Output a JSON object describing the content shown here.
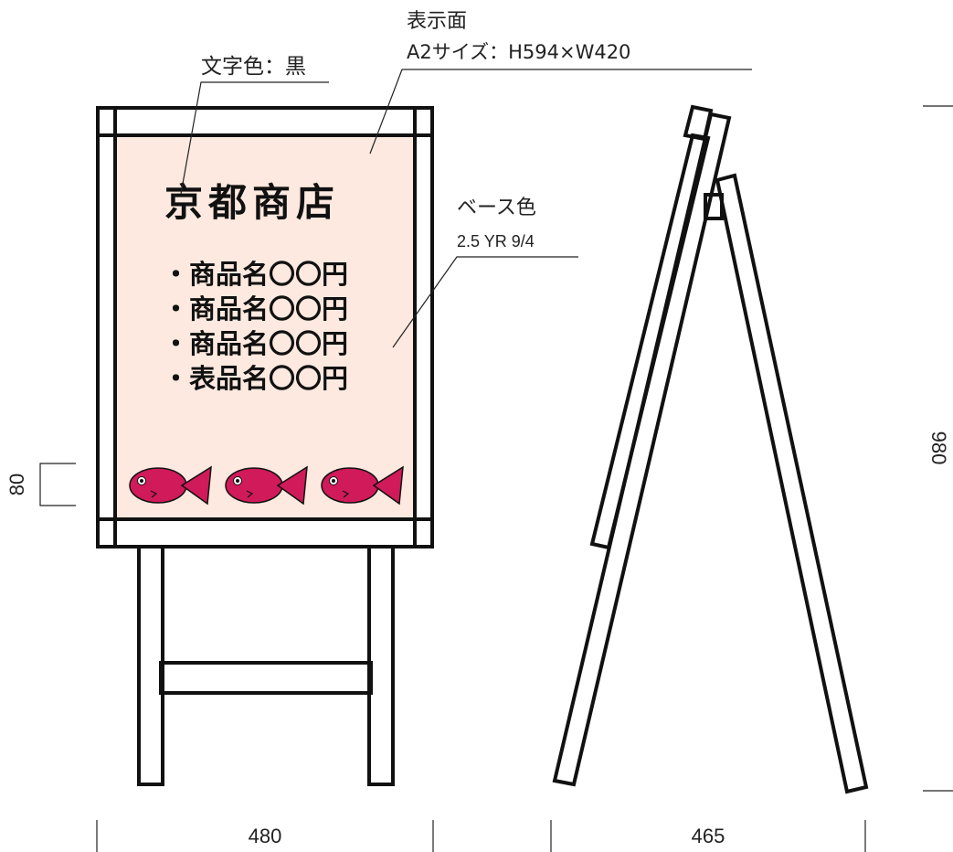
{
  "annotations": {
    "text_color": "文字色：黒",
    "display_face_title": "表示面",
    "display_face_size": "A2サイズ：H594×W420",
    "base_color_title": "ベース色",
    "base_color_code": "2.5 YR 9/4"
  },
  "sign": {
    "shop_name": "京都商店",
    "items": [
      "・商品名〇〇円",
      "・商品名〇〇円",
      "・商品名〇〇円",
      "・表品名〇〇円"
    ],
    "fish_count": 3
  },
  "dimensions": {
    "front_width": "480",
    "side_depth": "465",
    "height": "980",
    "bottom_band": "80"
  },
  "colors": {
    "panel_fill": "#fde9df",
    "text": "#111111",
    "fish": "#d01a5a",
    "frame": "#111111"
  }
}
